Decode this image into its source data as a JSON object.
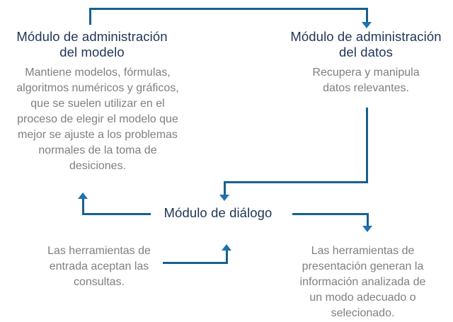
{
  "diagram": {
    "type": "flow-diagram",
    "language": "es",
    "colors": {
      "connector_line": "#16618f",
      "arrowhead": "#2071ad",
      "heading_text": "#1f3556",
      "body_text": "#7f7f7f",
      "background": "#ffffff"
    },
    "modules": {
      "model": {
        "title": "Módulo de administración\ndel modelo",
        "description": "Mantiene modelos, fórmulas,\nalgoritmos numéricos y gráficos,\nque se suelen utilizar en el\nproceso de elegir el modelo que\nmejor se ajuste a los problemas\nnormales de la toma de\ndesiciones."
      },
      "data": {
        "title": "Módulo de administración\ndel datos",
        "description": "Recupera y manipula\ndatos relevantes."
      },
      "dialog": {
        "title": "Módulo de diálogo",
        "input_note": "Las herramientas de\nentrada aceptan las\nconsultas.",
        "output_note": "Las herramientas de\npresentación generan la\ninformación analizada de\nun modo adecuado o\nselecionado."
      }
    },
    "connections": [
      "model-module -> data-module (top bracket, arrow down)",
      "data-module -> dialog-module (right side, down-left-down arrow)",
      "dialog-module -> model-module (left line, arrow up)",
      "dialog-module -> output-note (right line, arrow down)",
      "input-note -> dialog-module (right line, arrow up)"
    ]
  }
}
